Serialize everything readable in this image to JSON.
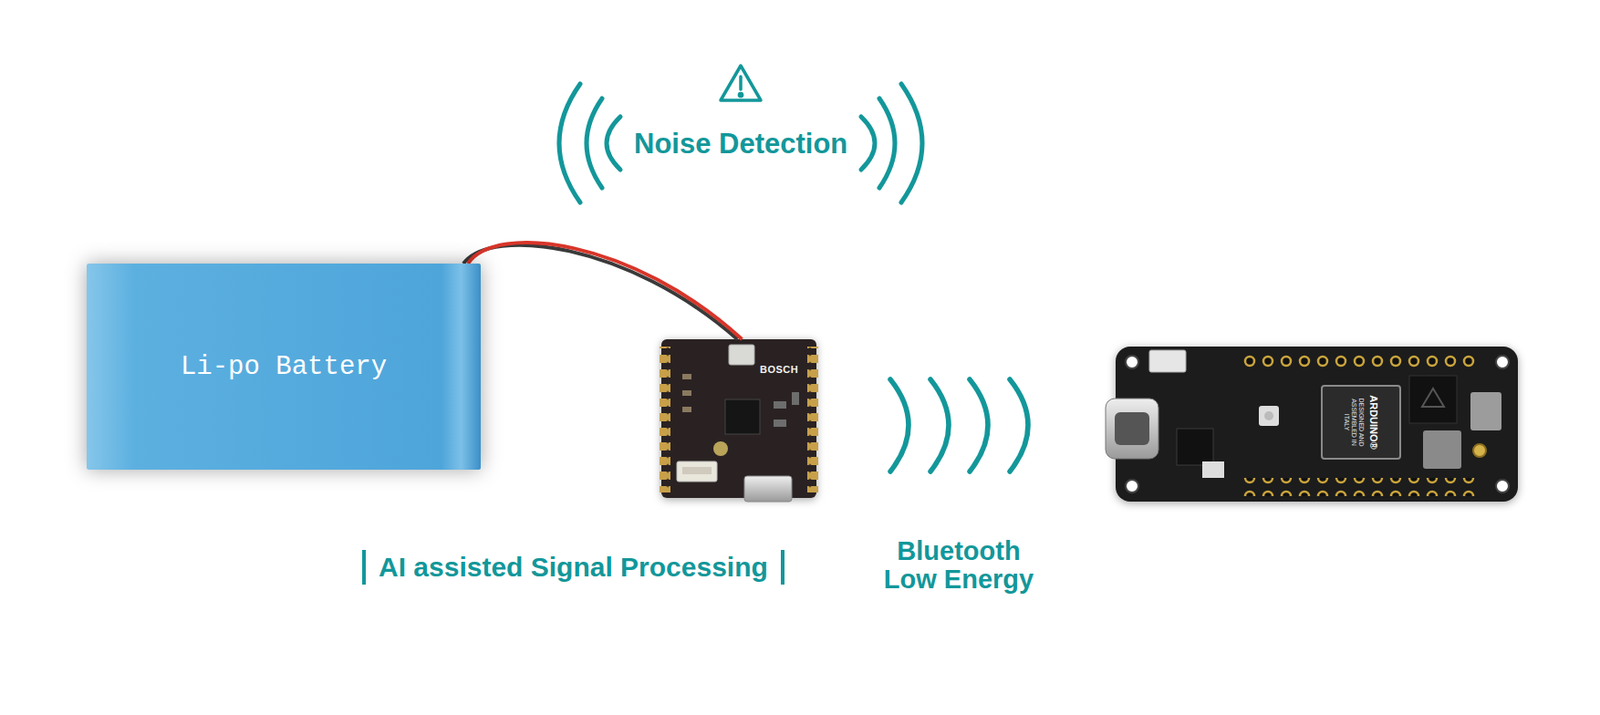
{
  "diagram": {
    "nodes": [
      {
        "text": [
          "Li-po Battery"
        ]
      },
      {
        "text": [
          "BOSCH"
        ]
      },
      {
        "text": [
          "ARDUINO®",
          "DESIGNED AND ASSEMBLED IN ITALY"
        ]
      }
    ],
    "edges": [
      {
        "from": 0,
        "to": 1,
        "arrow": "none"
      }
    ],
    "labels": [
      "Noise Detection",
      "AI assisted Signal Processing",
      "Bluetooth Low Energy"
    ]
  }
}
